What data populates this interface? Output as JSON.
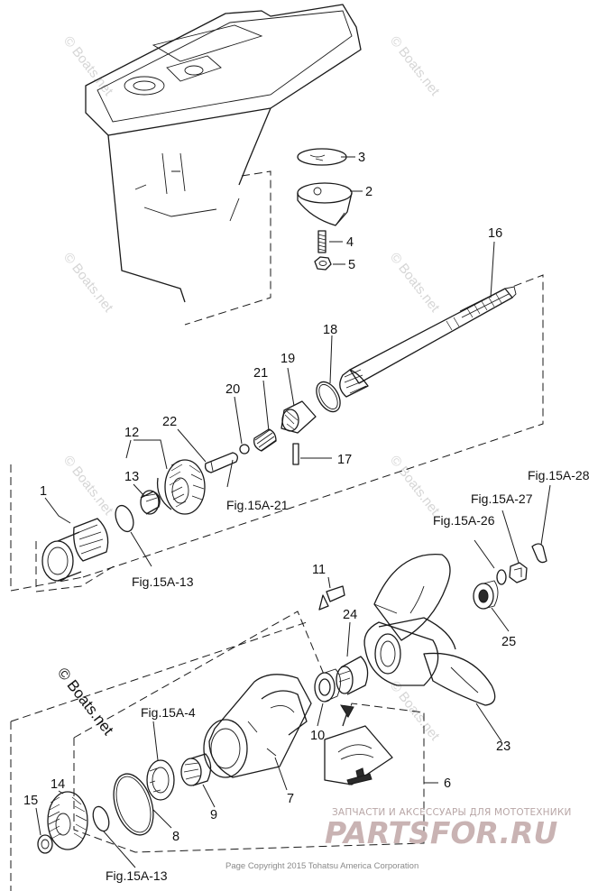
{
  "callouts": {
    "c1": "1",
    "c2": "2",
    "c3": "3",
    "c4": "4",
    "c5": "5",
    "c6": "6",
    "c7": "7",
    "c8": "8",
    "c9": "9",
    "c10": "10",
    "c11": "11",
    "c12": "12",
    "c13": "13",
    "c14": "14",
    "c15": "15",
    "c16": "16",
    "c17": "17",
    "c18": "18",
    "c19": "19",
    "c20": "20",
    "c21": "21",
    "c22": "22",
    "c23": "23",
    "c24": "24",
    "c25": "25"
  },
  "figure_refs": {
    "f_15a_21": "Fig.15A-21",
    "f_15a_13_upper": "Fig.15A-13",
    "f_15a_13_lower": "Fig.15A-13",
    "f_15a_28": "Fig.15A-28",
    "f_15a_27": "Fig.15A-27",
    "f_15a_26": "Fig.15A-26",
    "f_15a_4": "Fig.15A-4"
  },
  "watermark": {
    "repeated": "© Boats.net",
    "prominent": "© Boats.net"
  },
  "footer": {
    "copyright": "Page Copyright 2015 Tohatsu America Corporation"
  },
  "partsfor_badge": {
    "tagline": "ЗАПЧАСТИ И АКСЕССУАРЫ ДЛЯ МОТОТЕХНИКИ",
    "logo": "PARTSFOR.RU"
  },
  "colors": {
    "line": "#1a1a1a",
    "watermark": "#d6d6d6",
    "badge": "#c9b3b3"
  }
}
